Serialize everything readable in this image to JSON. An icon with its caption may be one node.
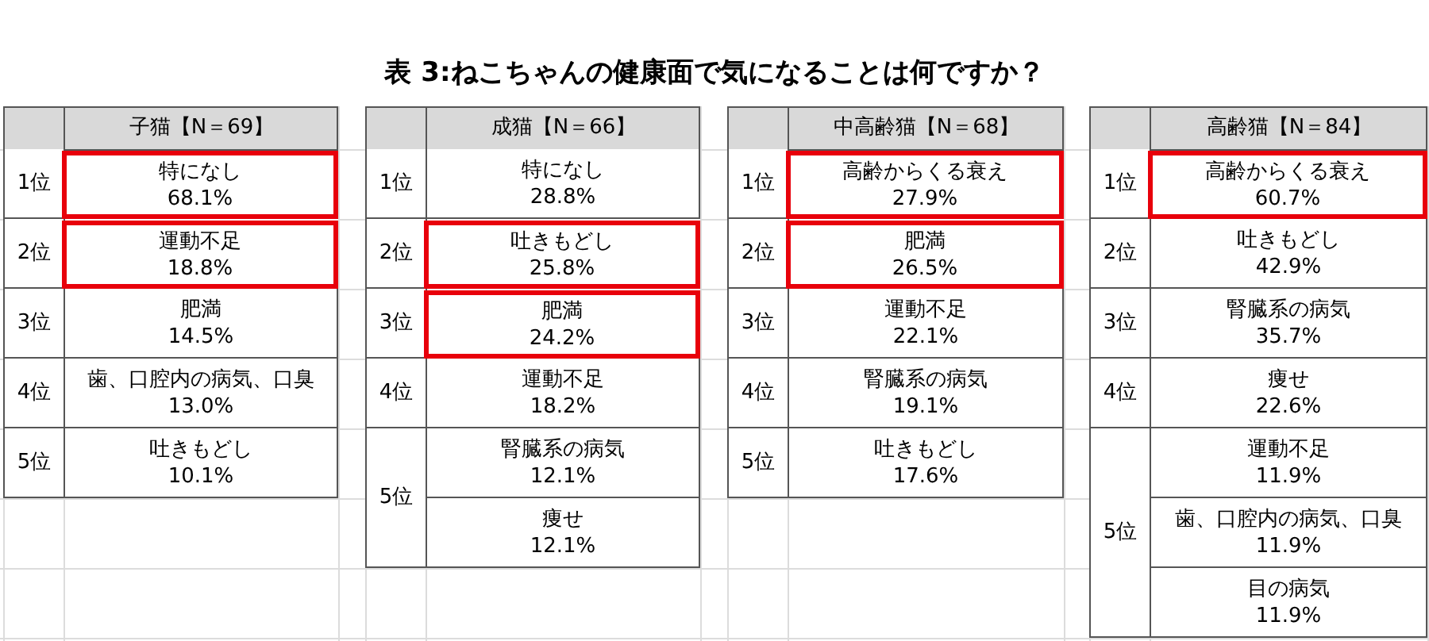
{
  "diagram": {
    "title": "表 3:ねこちゃんの健康面で気になることは何ですか？",
    "nodes": [
      {
        "text": [
          "子猫【N＝69】"
        ]
      },
      {
        "text": [
          "1位"
        ],
        "in": 0
      },
      {
        "text": [],
        "shape": "box",
        "in": 0
      },
      {
        "text": [
          "特になし",
          "68.1%"
        ],
        "in": 2
      },
      {
        "text": [
          "2位"
        ],
        "in": 0
      },
      {
        "text": [],
        "shape": "box",
        "in": 0
      },
      {
        "text": [
          "運動不足",
          "18.8%"
        ],
        "in": 5
      },
      {
        "text": [
          "3位"
        ],
        "in": 0
      },
      {
        "text": [
          "肥満",
          "14.5%"
        ],
        "in": 0
      },
      {
        "text": [
          "4位"
        ],
        "in": 0
      },
      {
        "text": [
          "歯、口腔内の病気、口臭",
          "13.0%"
        ],
        "in": 0
      },
      {
        "text": [
          "5位"
        ],
        "in": 0
      },
      {
        "text": [
          "吐きもどし",
          "10.1%"
        ],
        "in": 0
      },
      {
        "text": [
          "成猫【N＝66】"
        ]
      },
      {
        "text": [
          "1位"
        ],
        "in": 13
      },
      {
        "text": [
          "特になし",
          "28.8%"
        ],
        "in": 13
      },
      {
        "text": [
          "2位"
        ],
        "in": 13
      },
      {
        "text": [],
        "shape": "box",
        "in": 13
      },
      {
        "text": [
          "吐きもどし",
          "25.8%"
        ],
        "in": 17
      },
      {
        "text": [
          "3位"
        ],
        "in": 13
      },
      {
        "text": [],
        "shape": "box",
        "in": 13
      },
      {
        "text": [
          "肥満",
          "24.2%"
        ],
        "in": 20
      },
      {
        "text": [
          "4位"
        ],
        "in": 13
      },
      {
        "text": [
          "運動不足",
          "18.2%"
        ],
        "in": 13
      },
      {
        "text": [
          "5位"
        ],
        "in": 13
      },
      {
        "text": [
          "腎臓系の病気",
          "12.1%"
        ],
        "in": 13
      },
      {
        "text": [
          "痩せ",
          "12.1%"
        ],
        "in": 13
      },
      {
        "text": [
          "中高齢猫【N＝68】"
        ]
      },
      {
        "text": [
          "1位"
        ],
        "in": 27
      },
      {
        "text": [],
        "shape": "box",
        "in": 27
      },
      {
        "text": [
          "高齢からくる衰え",
          "27.9%"
        ],
        "in": 29
      },
      {
        "text": [
          "2位"
        ],
        "in": 27
      },
      {
        "text": [],
        "shape": "box",
        "in": 27
      },
      {
        "text": [
          "肥満",
          "26.5%"
        ],
        "in": 32
      },
      {
        "text": [
          "3位"
        ],
        "in": 27
      },
      {
        "text": [
          "運動不足",
          "22.1%"
        ],
        "in": 27
      },
      {
        "text": [
          "4位"
        ],
        "in": 27
      },
      {
        "text": [
          "腎臓系の病気",
          "19.1%"
        ],
        "in": 27
      },
      {
        "text": [
          "5位"
        ],
        "in": 27
      },
      {
        "text": [
          "吐きもどし",
          "17.6%"
        ],
        "in": 27
      },
      {
        "text": [
          "高齢猫【N＝84】"
        ]
      },
      {
        "text": [
          "1位"
        ],
        "in": 40
      },
      {
        "text": [],
        "shape": "box",
        "in": 40
      },
      {
        "text": [
          "高齢からくる衰え",
          "60.7%"
        ],
        "in": 42
      },
      {
        "text": [
          "2位"
        ],
        "in": 40
      },
      {
        "text": [
          "吐きもどし",
          "42.9%"
        ],
        "in": 40
      },
      {
        "text": [
          "3位"
        ],
        "in": 40
      },
      {
        "text": [
          "腎臓系の病気",
          "35.7%"
        ],
        "in": 40
      },
      {
        "text": [
          "4位"
        ],
        "in": 40
      },
      {
        "text": [
          "痩せ",
          "22.6%"
        ],
        "in": 40
      },
      {
        "text": [
          "5位"
        ],
        "in": 40
      },
      {
        "text": [
          "運動不足",
          "11.9%"
        ],
        "in": 40
      },
      {
        "text": [
          "歯、口腔内の病気、口臭",
          "11.9%"
        ],
        "in": 40
      },
      {
        "text": [
          "目の病気",
          "11.9%"
        ],
        "in": 40
      }
    ]
  }
}
